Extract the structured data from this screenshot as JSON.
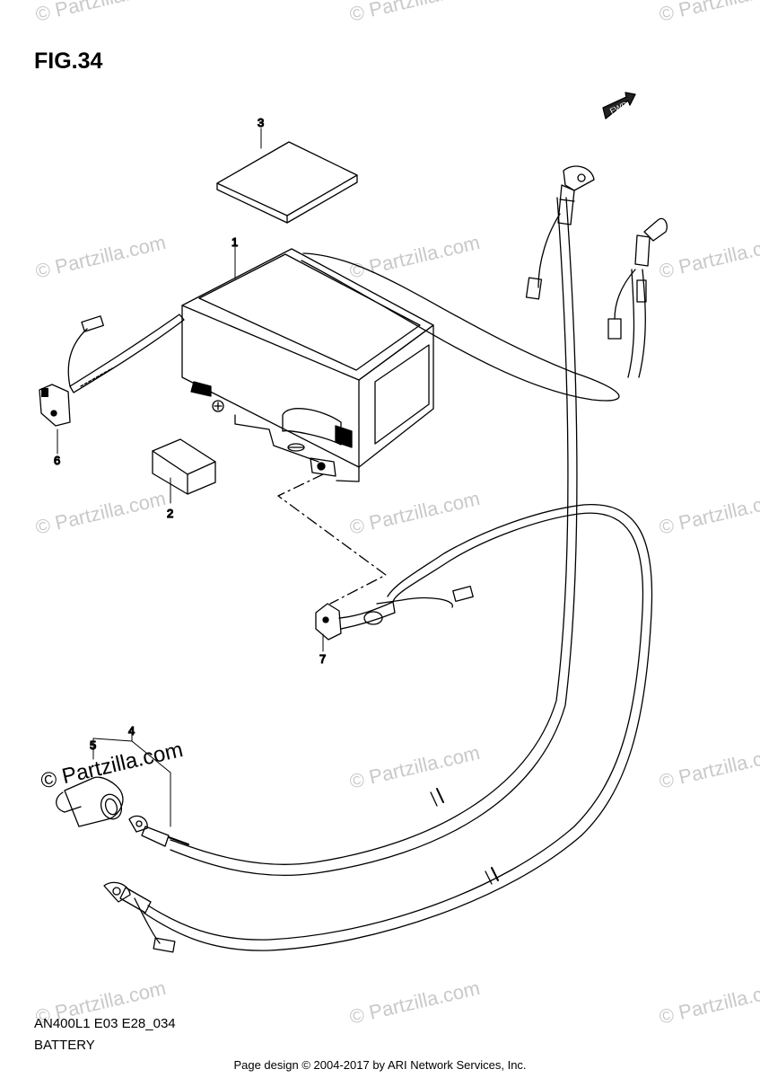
{
  "figure": "FIG.34",
  "diagram_code": "AN400L1 E03 E28_034",
  "caption": "BATTERY",
  "footer": "Page design © 2004-2017 by ARI Network Services, Inc.",
  "watermark": "© Partzilla.com",
  "fwd_label": "FWD",
  "callouts": [
    "1",
    "2",
    "3",
    "4",
    "5",
    "6",
    "7"
  ]
}
